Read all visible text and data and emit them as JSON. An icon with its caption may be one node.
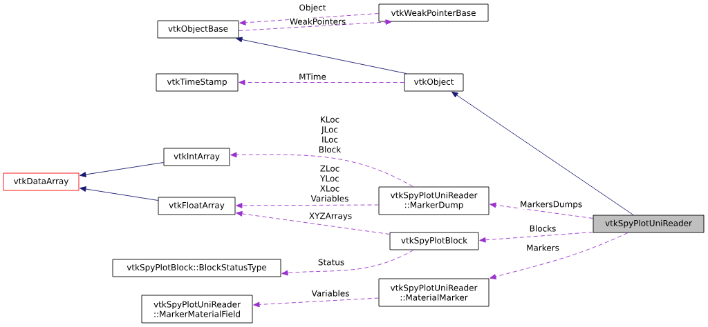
{
  "diagram": {
    "nodes": [
      {
        "text": [
          "vtkObjectBase"
        ]
      },
      {
        "text": [
          "vtkWeakPointerBase"
        ]
      },
      {
        "text": [
          "vtkTimeStamp"
        ]
      },
      {
        "text": [
          "vtkObject"
        ]
      },
      {
        "text": [
          "vtkIntArray"
        ]
      },
      {
        "text": [
          "vtkDataArray"
        ]
      },
      {
        "text": [
          "vtkFloatArray"
        ]
      },
      {
        "text": [
          "vtkSpyPlotUniReader ::MarkerDump"
        ]
      },
      {
        "text": [
          "vtkSpyPlotUniReader"
        ]
      },
      {
        "text": [
          "vtkSpyPlotBlock"
        ]
      },
      {
        "text": [
          "vtkSpyPlotBlock::BlockStatusType"
        ]
      },
      {
        "text": [
          "vtkSpyPlotUniReader ::MaterialMarker"
        ]
      },
      {
        "text": [
          "vtkSpyPlotUniReader ::MarkerMaterialField"
        ]
      }
    ],
    "edges": [
      {
        "from": 1,
        "to": 0,
        "arrow": "to",
        "label": "Object",
        "style": "dashed"
      },
      {
        "from": 0,
        "to": 1,
        "arrow": "to",
        "label": "WeakPointers",
        "style": "dashed"
      },
      {
        "from": 3,
        "to": 0,
        "arrow": "to",
        "color": "#191970"
      },
      {
        "from": 3,
        "to": 2,
        "arrow": "to",
        "label": "MTime",
        "style": "dashed"
      },
      {
        "from": 8,
        "to": 3,
        "arrow": "to",
        "color": "#191970"
      },
      {
        "from": 4,
        "to": 5,
        "arrow": "to",
        "color": "#191970"
      },
      {
        "from": 6,
        "to": 5,
        "arrow": "to",
        "color": "#191970"
      },
      {
        "from": 7,
        "to": 4,
        "arrow": "to",
        "label": "KLoc JLoc ILoc Block",
        "style": "dashed"
      },
      {
        "from": 7,
        "to": 6,
        "arrow": "to",
        "label": "ZLoc YLoc XLoc Variables",
        "style": "dashed"
      },
      {
        "from": 9,
        "to": 6,
        "arrow": "to",
        "label": "XYZArrays",
        "style": "dashed"
      },
      {
        "from": 9,
        "to": 10,
        "arrow": "to",
        "label": "Status",
        "style": "dashed"
      },
      {
        "from": 11,
        "to": 12,
        "arrow": "to",
        "label": "Variables",
        "style": "dashed"
      },
      {
        "from": 8,
        "to": 7,
        "arrow": "to",
        "label": "MarkersDumps",
        "style": "dashed"
      },
      {
        "from": 8,
        "to": 9,
        "arrow": "to",
        "label": "Blocks",
        "style": "dashed"
      },
      {
        "from": 8,
        "to": 11,
        "arrow": "to",
        "label": "Markers",
        "style": "dashed"
      }
    ]
  }
}
